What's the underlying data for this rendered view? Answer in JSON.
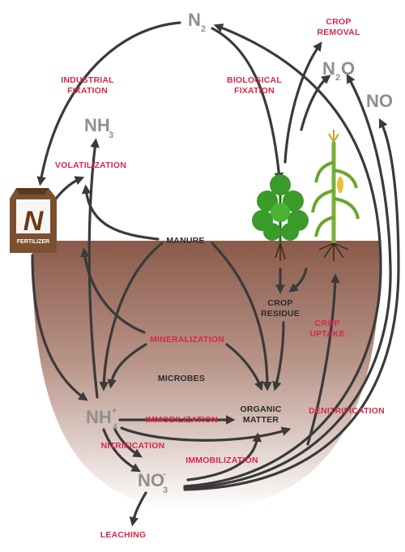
{
  "title": "",
  "species": {
    "n2": {
      "main": "N",
      "sub": "2"
    },
    "n2o": {
      "main": "N",
      "sub": "2",
      "tail": "O"
    },
    "no": {
      "main": "NO"
    },
    "nh3": {
      "main": "NH",
      "sub": "3"
    },
    "nh4": {
      "main": "NH",
      "sup": "+",
      "sub": "4"
    },
    "no3": {
      "main": "NO",
      "sup": "-",
      "sub": "3"
    }
  },
  "processes": {
    "industrial_fixation": [
      "INDUSTRIAL",
      "FIXATION"
    ],
    "biological_fixation": [
      "BIOLOGICAL",
      "FIXATION"
    ],
    "crop_removal": [
      "CROP",
      "REMOVAL"
    ],
    "volatilization": "VOLATILIZATION",
    "manure": "MANURE",
    "crop_residue": [
      "CROP",
      "RESIDUE"
    ],
    "mineralization": "MINERALIZATION",
    "crop_uptake": [
      "CROP",
      "UPTAKE"
    ],
    "microbes": "MICROBES",
    "organic_matter": [
      "ORGANIC",
      "MATTER"
    ],
    "immobilization_top": "IMMOBILIZATION",
    "denitrification": "DENITRIFICATION",
    "nitrification": "NITRIFICATION",
    "immobilization_bottom": "IMMOBILIZATION",
    "leaching": "LEACHING"
  },
  "fertilizer_bag": {
    "letter": "N",
    "label": "FERTILIZER"
  },
  "colors": {
    "process_red": "#d6294a",
    "gas_gray": "#8f8f8f",
    "arrow": "#3a3a3a",
    "soil_top": "#8a5a4a",
    "soil_bottom": "#ffffff",
    "plant_green": "#3a9a2a",
    "bag_brown": "#7a5030"
  }
}
